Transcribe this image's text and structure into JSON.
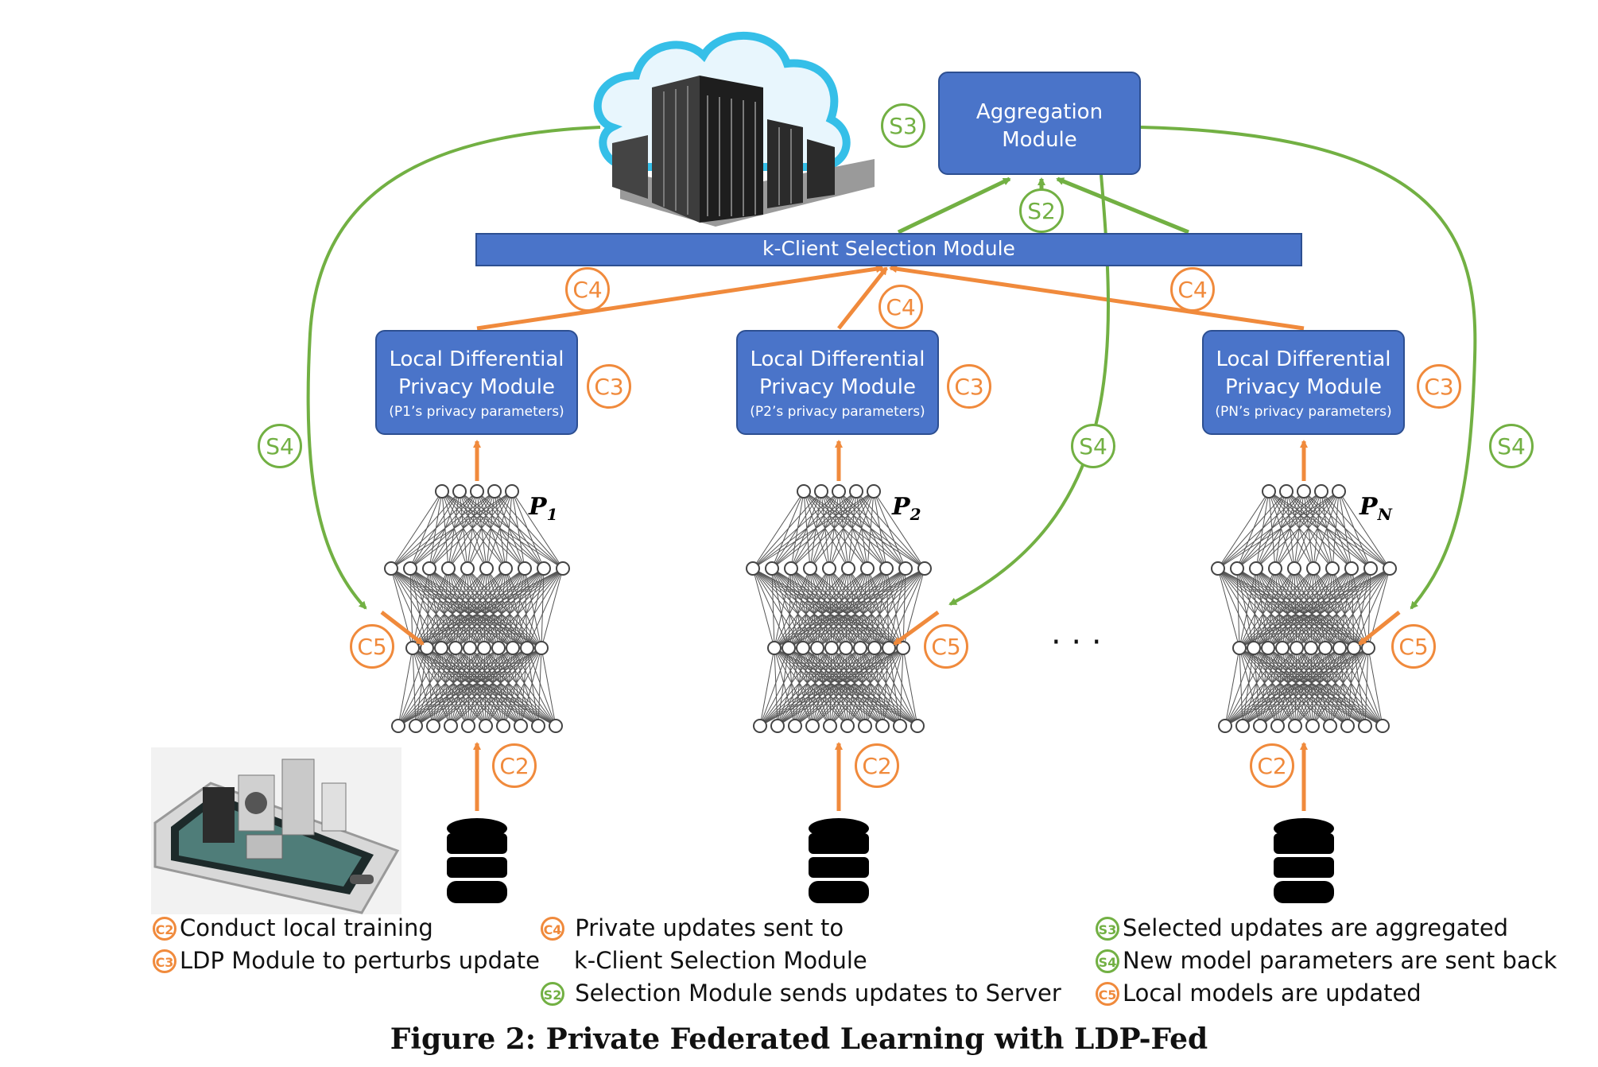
{
  "aggregation": {
    "line1": "Aggregation",
    "line2": "Module"
  },
  "selection": {
    "label": "k-Client Selection Module"
  },
  "clients": [
    {
      "line1": "Local Differential",
      "line2": "Privacy Module",
      "params": "(P1’s privacy parameters)",
      "p_label": "P",
      "p_sub": "1"
    },
    {
      "line1": "Local Differential",
      "line2": "Privacy Module",
      "params": "(P2’s privacy parameters)",
      "p_label": "P",
      "p_sub": "2"
    },
    {
      "line1": "Local Differential",
      "line2": "Privacy Module",
      "params": "(PN’s privacy parameters)",
      "p_label": "P",
      "p_sub": "N"
    }
  ],
  "ellipsis": "· · ·",
  "badges": {
    "c2": "C2",
    "c3": "C3",
    "c4": "C4",
    "c5": "C5",
    "s2": "S2",
    "s3": "S3",
    "s4": "S4"
  },
  "legend": {
    "c2": {
      "icon": "C2",
      "text": "Conduct local training"
    },
    "c3": {
      "icon": "C3",
      "text": "LDP Module to perturbs update"
    },
    "c4": {
      "icon": "C4",
      "text": "Private updates sent to"
    },
    "c4b": {
      "text": "k-Client Selection Module"
    },
    "s2": {
      "icon": "S2",
      "text": "Selection Module sends updates to Server"
    },
    "s3": {
      "icon": "S3",
      "text": "Selected updates are aggregated"
    },
    "s4": {
      "icon": "S4",
      "text": "New model parameters are sent back"
    },
    "c5": {
      "icon": "C5",
      "text": "Local models are updated"
    }
  },
  "caption": "Figure 2: Private Federated Learning with LDP-Fed",
  "colors": {
    "box": "#4a74c9",
    "orange": "#f08a3c",
    "green": "#72b043"
  }
}
